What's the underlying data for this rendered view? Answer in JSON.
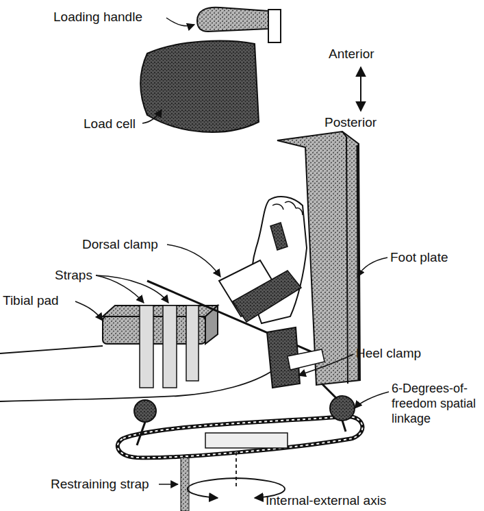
{
  "diagram": {
    "labels": [
      "Loading handle",
      "Anterior",
      "Posterior",
      "Load cell",
      "Dorsal clamp",
      "Foot plate",
      "Straps",
      "Tibial pad",
      "Heel clamp",
      "6-Degrees-of-freedom spatial linkage",
      "Restraining strap",
      "Internal-external axis"
    ]
  }
}
